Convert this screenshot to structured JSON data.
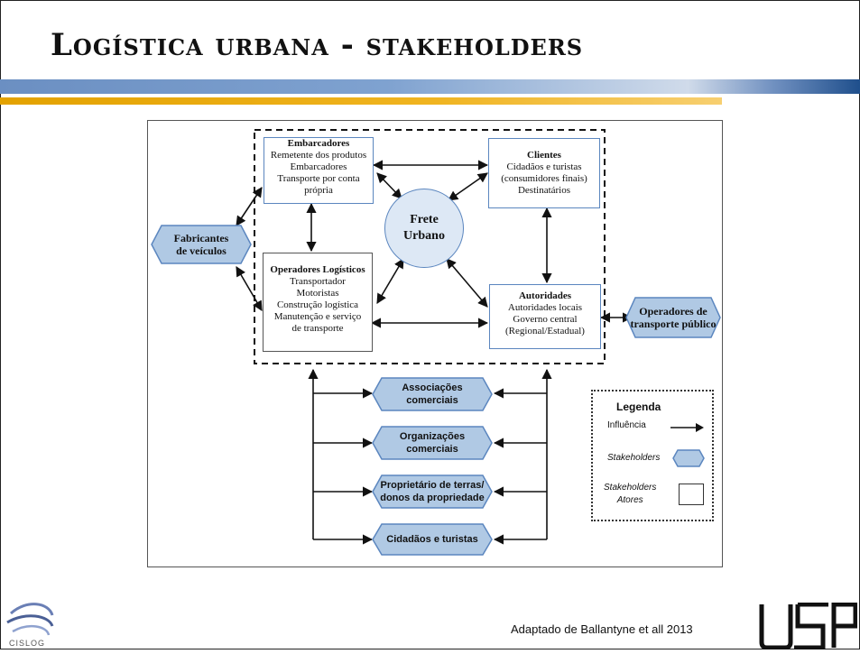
{
  "slide": {
    "title": "Logística urbana - stakeholders",
    "caption": "Adaptado de Ballantyne et all 2013"
  },
  "diagram": {
    "embarcadores": {
      "heading": "Embarcadores",
      "lines": [
        "Remetente dos produtos",
        "Embarcadores",
        "Transporte por conta",
        "própria"
      ]
    },
    "clientes": {
      "heading": "Clientes",
      "lines": [
        "Cidadãos e turistas",
        "(consumidores finais)",
        "Destinatários"
      ]
    },
    "operadores_logisticos": {
      "heading": "Operadores Logísticos",
      "lines": [
        "Transportador",
        "Motoristas",
        "Construção logística",
        "Manutenção e serviço",
        "de transporte"
      ]
    },
    "autoridades": {
      "heading": "Autoridades",
      "lines": [
        "Autoridades locais",
        "Governo central",
        "(Regional/Estadual)"
      ]
    },
    "frete_urbano": [
      "Frete",
      "Urbano"
    ],
    "fabricantes": [
      "Fabricantes",
      "de veículos"
    ],
    "operadores_transporte": [
      "Operadores de",
      "transporte público"
    ],
    "associacoes": [
      "Associações",
      "comerciais"
    ],
    "organizacoes": [
      "Organizações",
      "comerciais"
    ],
    "proprietario": [
      "Proprietário de terras/",
      "donos da propriedade"
    ],
    "cidadaos": [
      "Cidadãos e turistas"
    ]
  },
  "legend": {
    "title": "Legenda",
    "influencia": "Influência",
    "stakeholders": "Stakeholders",
    "stakeholders_atores": [
      "Stakeholders",
      "Atores"
    ]
  },
  "logos": {
    "left": "CISLOG",
    "right": "USP"
  },
  "colors": {
    "hex_fill": "#b0c9e4",
    "hex_stroke": "#5b86bf",
    "circle_fill": "#dde8f5"
  }
}
